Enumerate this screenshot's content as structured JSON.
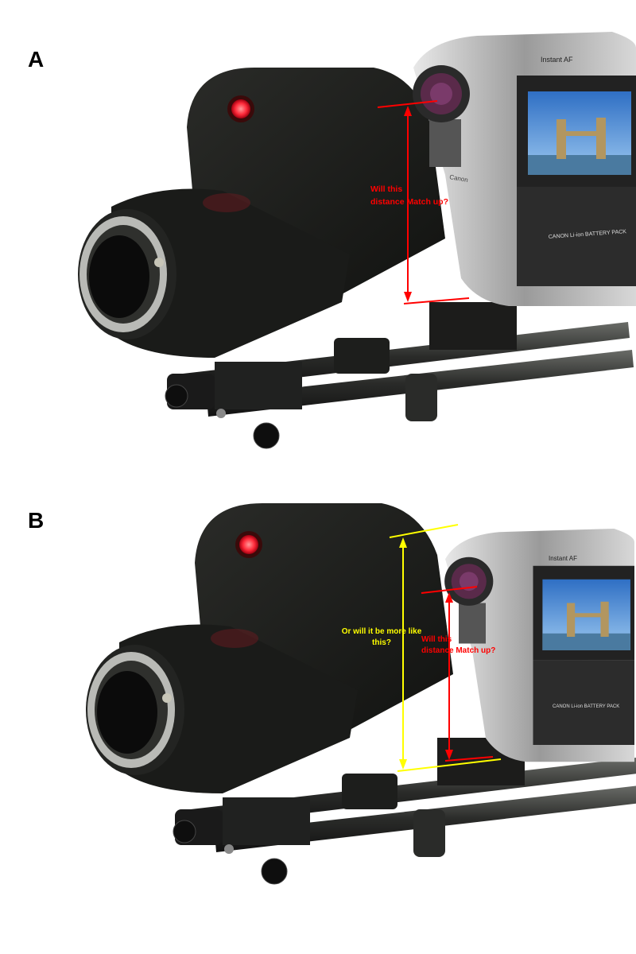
{
  "panels": [
    {
      "label": "A",
      "annotations": {
        "red_line1": "Will this",
        "red_line2": "distance Match up?"
      }
    },
    {
      "label": "B",
      "annotations": {
        "yellow_line1": "Or will it be more like",
        "yellow_line2": "this?",
        "red_line1": "Will this",
        "red_line2": "distance Match up?"
      }
    }
  ],
  "camcorder_text": {
    "top": "Instant AF",
    "brand": "Canon",
    "battery": "CANON Li-ion BATTERY PACK"
  },
  "colors": {
    "red": "#ff0000",
    "yellow": "#ffff00",
    "body": "#1c1d1b"
  }
}
